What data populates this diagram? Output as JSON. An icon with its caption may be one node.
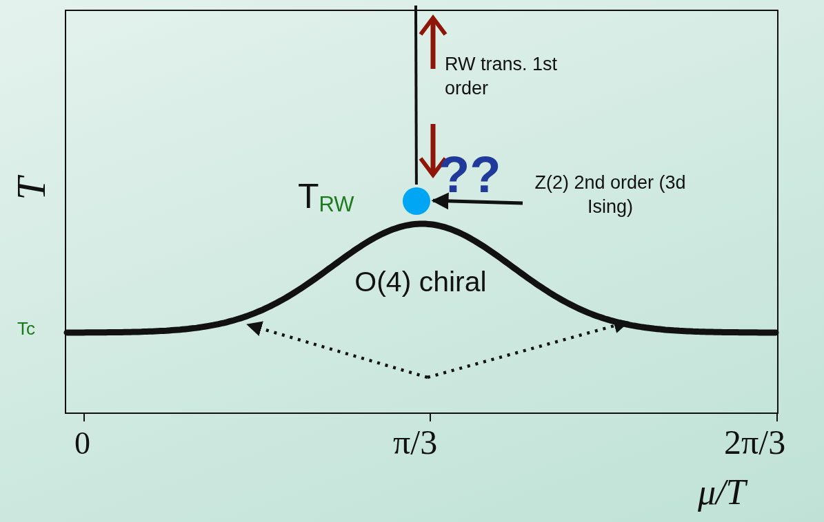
{
  "diagram": {
    "nodes": [
      {
        "text": [],
        "shape": "circle",
        "beside": [
          "T$_{RW}$"
        ]
      },
      {
        "text": [
          "Z(2) 2nd order (3d Ising)"
        ]
      }
    ],
    "edges": [
      {
        "from": 1,
        "to": 0,
        "arrow": "to"
      },
      {
        "from": null,
        "to": 0,
        "arrow": "none"
      }
    ],
    "labels": [
      "RW trans. 1st order",
      "??",
      "O(4) chiral",
      "T",
      "Tc",
      "0",
      "π/3",
      "2π/3",
      "μ/T"
    ]
  }
}
